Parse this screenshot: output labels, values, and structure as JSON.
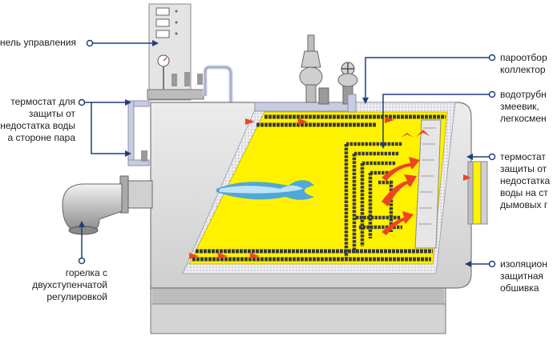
{
  "labels": {
    "control_panel": [
      "нель управления"
    ],
    "thermostat_water": [
      "термостат для",
      "защиты от",
      "недостатка воды",
      "а стороне пара"
    ],
    "burner": [
      "горелка с",
      "двухступенчатой",
      "регулировкой"
    ],
    "steam_collector": [
      "пароотбор",
      "коллектор"
    ],
    "water_tube_coil": [
      "водотрубн",
      "змеевик,",
      "легкосмен"
    ],
    "thermostat_flue": [
      "термостат",
      "защиты от",
      "недостатка",
      "воды на ст",
      "дымовых г"
    ],
    "insulation": [
      "изоляцион",
      "защитная",
      "обшивка"
    ]
  },
  "colors": {
    "casing": "#d9d9d9",
    "casing_dark": "#a9a9a9",
    "insulation": "#e8e8ef",
    "furnace": "#fff200",
    "flame": "#4fa8d8",
    "tubes": "#4a4a4a",
    "arrows": "#ee4422",
    "leader": "#1f3f7a",
    "pipe": "#c9cfe3"
  }
}
